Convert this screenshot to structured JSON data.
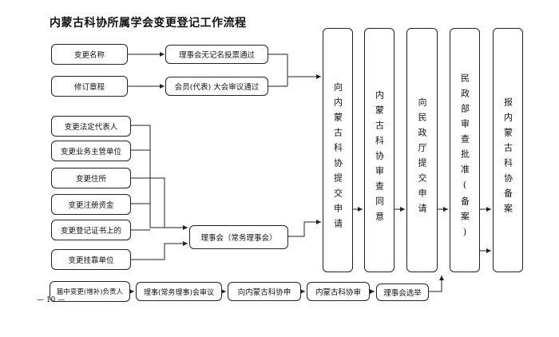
{
  "title": "内蒙古科协所属学会变更登记工作流程",
  "left_items": {
    "name_change": "变更名称",
    "charter_revision": "修订章程",
    "legal_rep": "变更法定代表人",
    "supervisor": "变更业务主管单位",
    "address": "变更住所",
    "capital": "变更注册资金",
    "certificate": "变更登记证书上的",
    "affiliate": "变更挂靠单位"
  },
  "middle_items": {
    "council_vote": "理事会无记名投票通过",
    "congress_review": "会员(代表) 大会审议通过",
    "council": "理事会（常务理事会）"
  },
  "bottom_flow": {
    "step1": "届中变更(增补)负责人",
    "step2": "理事(常务理事)会审议",
    "step3": "向内蒙古科协申",
    "step4": "内蒙古科协审",
    "step5": "理事会选举"
  },
  "columns": {
    "col1": "向内蒙古科协提交申请",
    "col2": "内蒙古科协审查同意",
    "col3": "向民政厅提交申请",
    "col4": "民政部审查批准(备案)",
    "col5": "报内蒙古科协备案"
  },
  "page_number": "— 10 —"
}
